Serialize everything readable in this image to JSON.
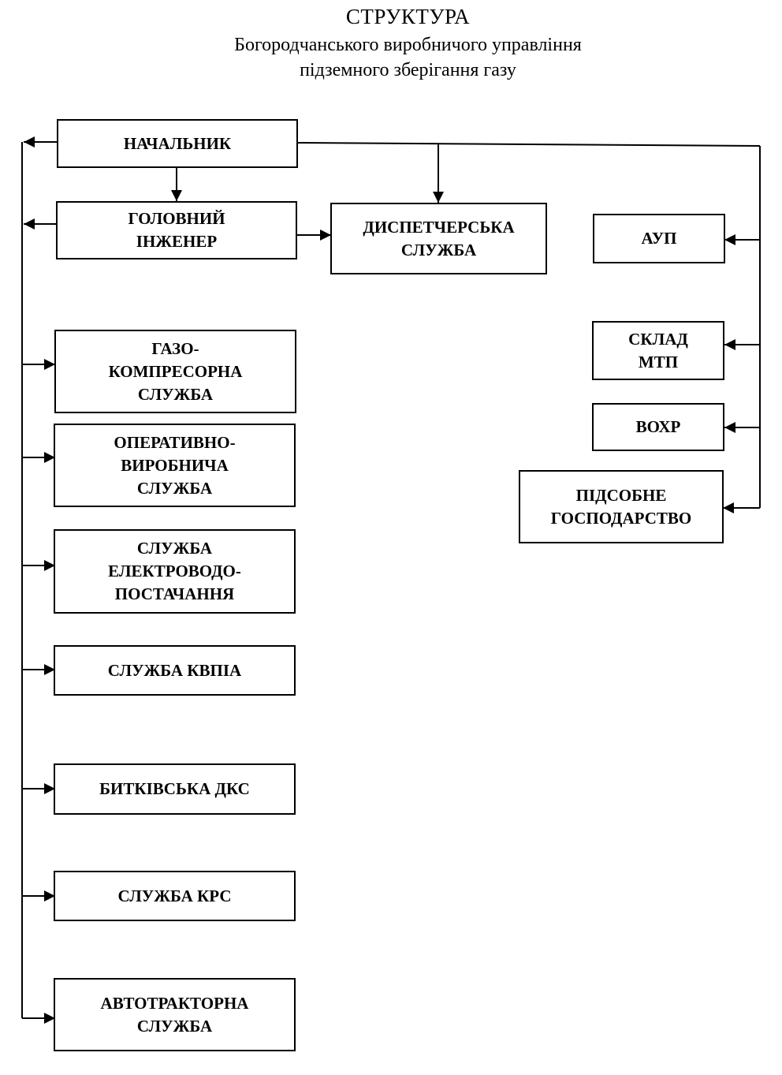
{
  "header": {
    "title": "СТРУКТУРА",
    "subtitle_line1": "Богородчанського виробничого управління",
    "subtitle_line2": "підземного зберігання газу"
  },
  "units": {
    "head": "НАЧАЛЬНИК",
    "chief_engineer": "ГОЛОВНИЙ\nІНЖЕНЕР",
    "dispatch": "ДИСПЕТЧЕРСЬКА\nСЛУЖБА",
    "aup": "АУП",
    "warehouse": "СКЛАД\nМТП",
    "guard": "ВОХР",
    "auxiliary_farm": "ПІДСОБНЕ\nГОСПОДАРСТВО",
    "gas_compressor": "ГАЗО-\nКОМПРЕСОРНА\nСЛУЖБА",
    "operational": "ОПЕРАТИВНО-\nВИРОБНИЧА\nСЛУЖБА",
    "power_water": "СЛУЖБА\nЕЛЕКТРОВОДО-\nПОСТАЧАННЯ",
    "kvpia": "СЛУЖБА КВПІА",
    "bytkiv_dks": "БИТКІВСЬКА ДКС",
    "krs": "СЛУЖБА КРС",
    "motor_tractor": "АВТОТРАКТОРНА\nСЛУЖБА"
  },
  "colors": {
    "ink": "#000000",
    "background": "#ffffff"
  }
}
